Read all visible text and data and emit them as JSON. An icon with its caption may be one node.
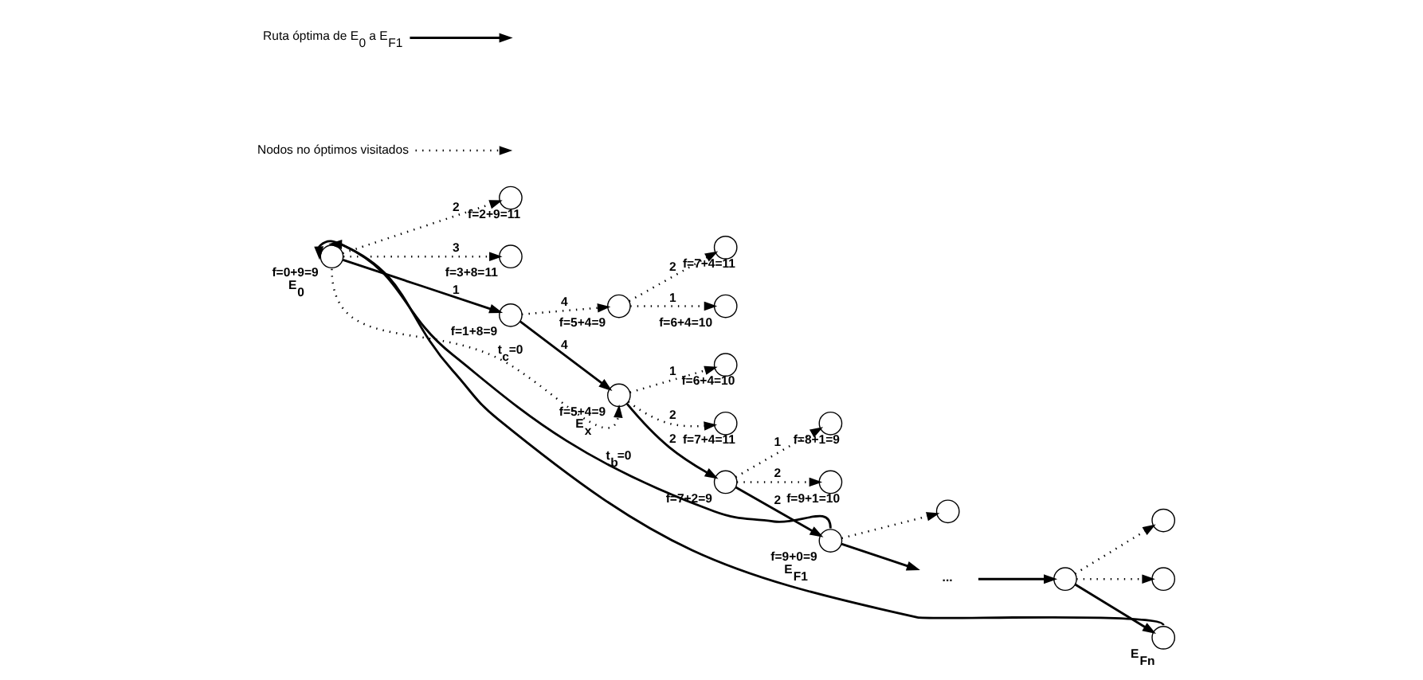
{
  "diagram": {
    "nodes": [
      {
        "text": [],
        "shape": "circle",
        "beside": [
          "f=0+9=9",
          "E$_{0}$"
        ]
      },
      {
        "text": [],
        "shape": "circle",
        "beside": [
          "f=2+9=11"
        ]
      },
      {
        "text": [],
        "shape": "circle",
        "beside": [
          "f=3+8=11"
        ]
      },
      {
        "text": [],
        "shape": "circle",
        "beside": [
          "f=1+8=9"
        ]
      },
      {
        "text": [],
        "shape": "circle",
        "beside": [
          "f=5+4=9"
        ]
      },
      {
        "text": [],
        "shape": "circle",
        "beside": [
          "f=7+4=11"
        ]
      },
      {
        "text": [],
        "shape": "circle",
        "beside": [
          "f=6+4=10"
        ]
      },
      {
        "text": [],
        "shape": "circle",
        "beside": [
          "f=5+4=9",
          "E$_{x}$"
        ]
      },
      {
        "text": [],
        "shape": "circle",
        "beside": [
          "f=6+4=10"
        ]
      },
      {
        "text": [],
        "shape": "circle",
        "beside": [
          "f=7+4=11"
        ]
      },
      {
        "text": [],
        "shape": "circle",
        "beside": [
          "f=7+2=9"
        ]
      },
      {
        "text": [],
        "shape": "circle",
        "beside": [
          "f=8+1=9"
        ]
      },
      {
        "text": [],
        "shape": "circle",
        "beside": [
          "f=9+1=10"
        ]
      },
      {
        "text": [],
        "shape": "circle",
        "beside": [
          "f=9+0=9",
          "E$_{F1}$"
        ]
      },
      {
        "text": [],
        "shape": "circle"
      },
      {
        "text": [
          "..."
        ]
      },
      {
        "text": [],
        "shape": "circle"
      },
      {
        "text": [],
        "shape": "circle"
      },
      {
        "text": [],
        "shape": "circle"
      },
      {
        "text": [],
        "shape": "circle",
        "beside": [
          "E$_{Fn}$"
        ]
      }
    ],
    "edges": [
      {
        "from": 0,
        "to": 3,
        "arrow": "to",
        "label": "1"
      },
      {
        "from": 0,
        "to": 1,
        "arrow": "to",
        "label": "2",
        "style": "dashed"
      },
      {
        "from": 0,
        "to": 2,
        "arrow": "to",
        "label": "3",
        "style": "dashed"
      },
      {
        "from": 3,
        "to": 4,
        "arrow": "to",
        "label": "4",
        "style": "dashed"
      },
      {
        "from": 3,
        "to": 7,
        "arrow": "to",
        "label": "4"
      },
      {
        "from": 4,
        "to": 5,
        "arrow": "to",
        "label": "2",
        "style": "dashed"
      },
      {
        "from": 4,
        "to": 6,
        "arrow": "to",
        "label": "1",
        "style": "dashed"
      },
      {
        "from": 7,
        "to": 8,
        "arrow": "to",
        "label": "1",
        "style": "dashed"
      },
      {
        "from": 7,
        "to": 10,
        "arrow": "to",
        "label": "2"
      },
      {
        "from": 7,
        "to": 9,
        "arrow": "to",
        "label": "2",
        "style": "dashed"
      },
      {
        "from": 10,
        "to": 13,
        "arrow": "to",
        "label": "2"
      },
      {
        "from": 10,
        "to": 11,
        "arrow": "to",
        "label": "1",
        "style": "dashed"
      },
      {
        "from": 10,
        "to": 12,
        "arrow": "to",
        "label": "2",
        "style": "dashed"
      },
      {
        "from": 13,
        "to": 14,
        "arrow": "to",
        "style": "dashed"
      },
      {
        "from": 13,
        "to": 15,
        "arrow": "to"
      },
      {
        "from": 15,
        "to": 16,
        "arrow": "to"
      },
      {
        "from": 16,
        "to": 17,
        "arrow": "to",
        "style": "dashed"
      },
      {
        "from": 16,
        "to": 18,
        "arrow": "to",
        "style": "dashed"
      },
      {
        "from": 16,
        "to": 19,
        "arrow": "to"
      },
      {
        "from": 13,
        "to": 0,
        "arrow": "to",
        "label": "t$_{b}$=0"
      },
      {
        "from": 19,
        "to": 0,
        "arrow": "to"
      },
      {
        "from": 0,
        "to": 7,
        "arrow": "to",
        "label": "t$_{c}$=0",
        "style": "dashed"
      }
    ],
    "legend": [
      {
        "text": "Ruta óptima de E$_{0}$ a E$_{F1}$"
      },
      {
        "text": "Nodos no óptimos visitados"
      }
    ]
  }
}
